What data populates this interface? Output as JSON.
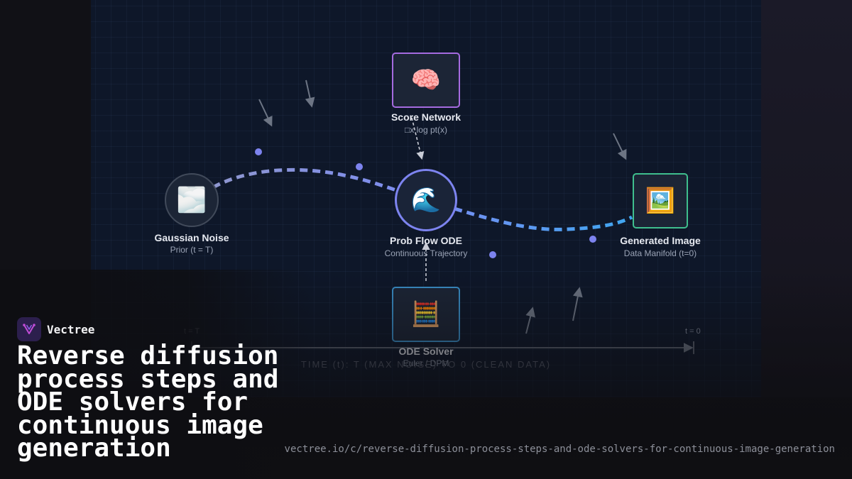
{
  "diagram": {
    "nodes": [
      {
        "id": "gaussian-noise",
        "title": "Gaussian Noise",
        "subtitle": "Prior (t = T)",
        "icon": "fog-icon",
        "glyph": "🌫️",
        "border": "#414a5a"
      },
      {
        "id": "score-network",
        "title": "Score Network",
        "subtitle": "□x log pt(x)",
        "icon": "brain-icon",
        "glyph": "🧠",
        "border": "#a56be0"
      },
      {
        "id": "prob-flow-ode",
        "title": "Prob Flow ODE",
        "subtitle": "Continuous Trajectory",
        "icon": "wave-icon",
        "glyph": "🌊",
        "border": "#7d84f0"
      },
      {
        "id": "ode-solver",
        "title": "ODE Solver",
        "subtitle": "Euler / DPM",
        "icon": "abacus-icon",
        "glyph": "🧮",
        "border": "#3a8fc8"
      },
      {
        "id": "generated-image",
        "title": "Generated Image",
        "subtitle": "Data Manifold (t=0)",
        "icon": "framed-picture-icon",
        "glyph": "🖼️",
        "border": "#3fbf8e"
      }
    ],
    "timeline": {
      "start_label": "t = T",
      "end_label": "t = 0",
      "caption": "TIME (t): T (MAX NOISE) TO 0 (CLEAN DATA)"
    },
    "colors": {
      "trajectory_start": "#8f97cf",
      "trajectory_mid": "#7b8cf2",
      "trajectory_end": "#3fa6f0",
      "particle": "#7d83ee",
      "arrow": "#6d7584"
    }
  },
  "brand": {
    "name": "Vectree",
    "logo_icon": "vectree-logo-icon",
    "logo_color": "#c04dd6"
  },
  "headline": "Reverse diffusion process steps and ODE solvers for continuous image generation",
  "url": "vectree.io/c/reverse-diffusion-process-steps-and-ode-solvers-for-continuous-image-generation"
}
